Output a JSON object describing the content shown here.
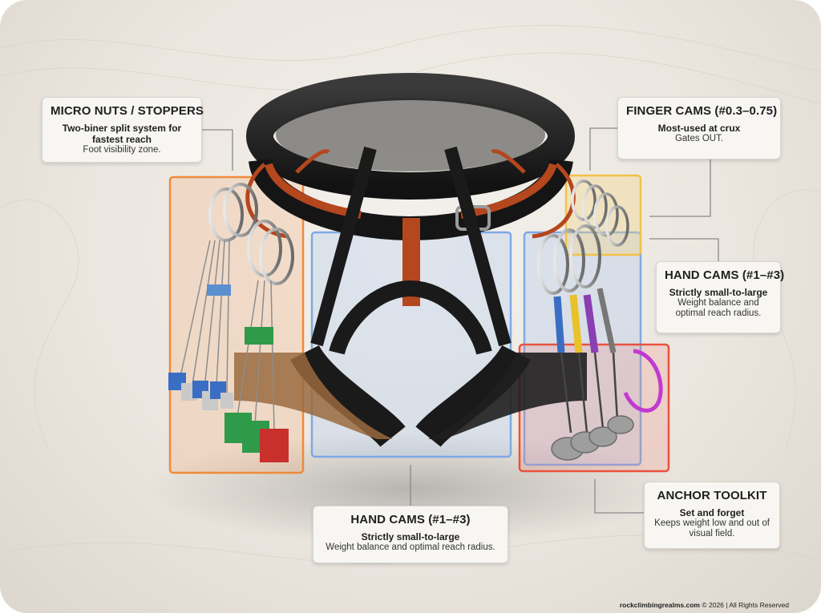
{
  "callouts": {
    "micro_nuts": {
      "title": "MICRO NUTS / STOPPERS",
      "subtitle": "Two-biner split system for fastest reach",
      "description": "Foot visibility zone."
    },
    "finger_cams": {
      "title": "FINGER CAMS (#0.3–0.75)",
      "subtitle": "Most-used at crux",
      "description": "Gates OUT."
    },
    "hand_cams_right": {
      "title": "HAND CAMS (#1–#3)",
      "subtitle": "Strictly small-to-large",
      "description": "Weight balance and optimal reach radius."
    },
    "hand_cams_bottom": {
      "title": "HAND CAMS (#1–#3)",
      "subtitle": "Strictly small-to-large",
      "description": "Weight balance and optimal reach radius."
    },
    "anchor_toolkit": {
      "title": "ANCHOR TOOLKIT",
      "subtitle": "Set and forget",
      "description": "Keeps weight low and out of visual field."
    }
  },
  "footer": {
    "brand": "rockclimbingrealms.com",
    "rights": " © 2026 | All Rights Reserved"
  },
  "colors": {
    "zone_micro": "#f08a3c",
    "zone_finger": "#f2c24a",
    "zone_hand": "#7fa9e6",
    "zone_anchor": "#e8523f",
    "webbing": "#1c1c1c",
    "accent_webbing": "#b4471e"
  }
}
